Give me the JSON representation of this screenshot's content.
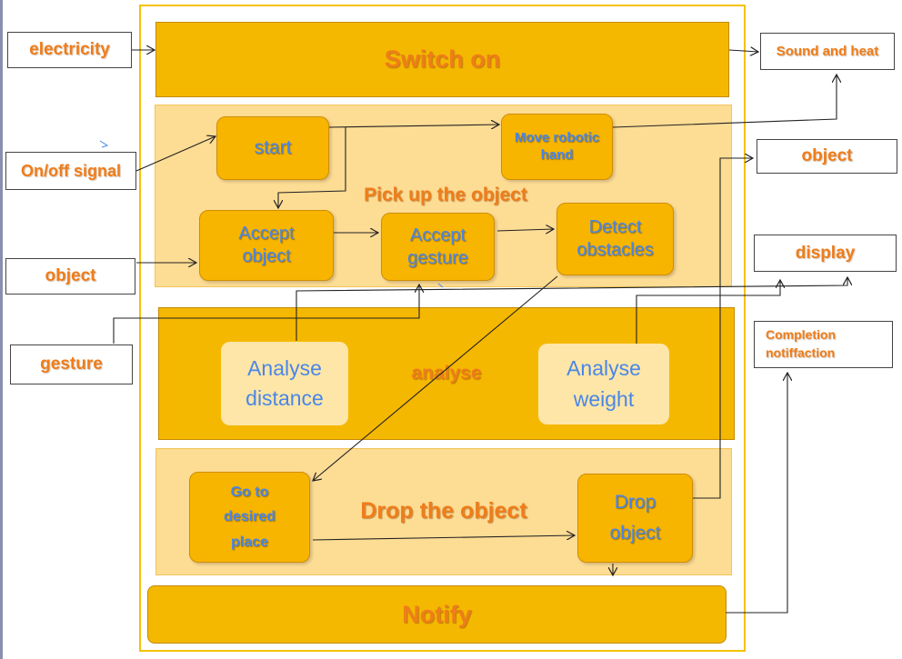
{
  "inputs": {
    "electricity": "electricity",
    "on_off_signal": "On/off signal",
    "object": "object",
    "gesture": "gesture"
  },
  "outputs": {
    "sound_and_heat": "Sound and heat",
    "object": "object",
    "display": "display",
    "completion_notification": "Completion notiffaction"
  },
  "bands": {
    "switch_on": "Switch on",
    "pick_up": "Pick up the object",
    "analyse": "analyse",
    "drop": "Drop the object",
    "notify": "Notify"
  },
  "steps": {
    "start": "start",
    "move_hand": "Move robotic hand",
    "accept_object": "Accept object",
    "accept_gesture": "Accept gesture",
    "detect_obstacles": "Detect obstacles",
    "analyse_distance": "Analyse distance",
    "analyse_weight": "Analyse weight",
    "go_to_place": "Go to desired place",
    "drop_object": "Drop object"
  },
  "colors": {
    "band_fill": "#f5b800",
    "light_band_fill": "#fddc94",
    "label_orange": "#ef7d1a",
    "step_text_blue": "#4a86e8"
  }
}
